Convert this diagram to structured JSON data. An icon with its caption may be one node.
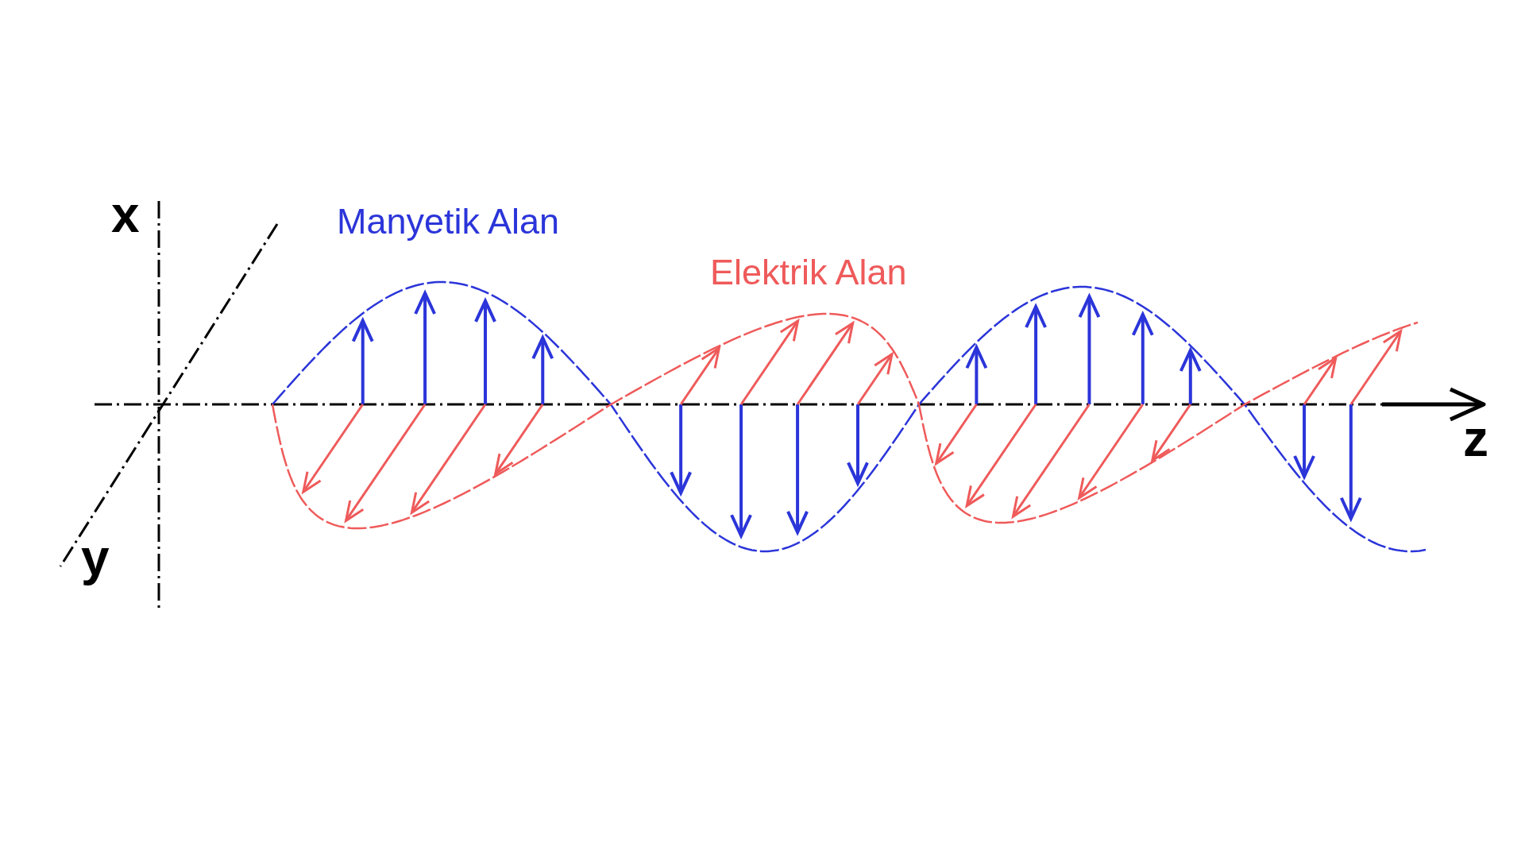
{
  "diagram": {
    "labels": [
      "x",
      "Manyetik Alan",
      "Elektrik Alan",
      "z",
      "y"
    ]
  }
}
